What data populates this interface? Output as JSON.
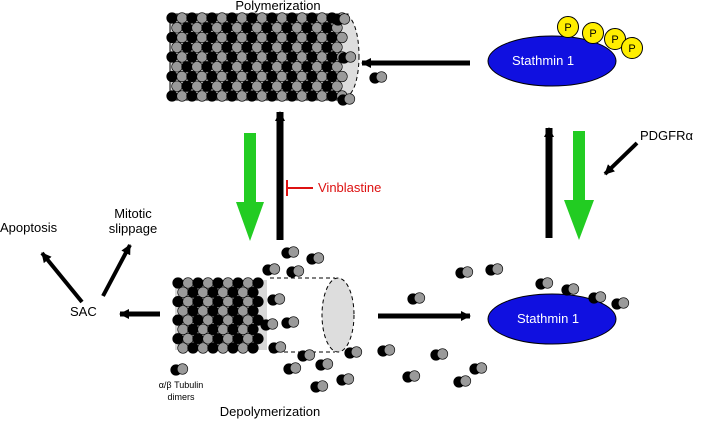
{
  "labels": {
    "polymerization": "Polymerization",
    "depolymerization": "Depolymerization",
    "stathmin_top": "Stathmin 1",
    "stathmin_bottom": "Stathmin 1",
    "phospho": "P",
    "vinblastine": "Vinblastine",
    "pdgfra": "PDGFRα",
    "apoptosis": "Apoptosis",
    "mitotic_slippage_1": "Mitotic",
    "mitotic_slippage_2": "slippage",
    "sac": "SAC",
    "tubulin_1": "α/β Tubulin",
    "tubulin_2": "dimers"
  },
  "colors": {
    "stathmin": "#1010e0",
    "phospho": "#ffee00",
    "forward_arrow": "#22cc22",
    "inhibitor": "#dd1111",
    "alpha_tubulin": "#000000",
    "beta_tubulin": "#9a9a9a"
  }
}
